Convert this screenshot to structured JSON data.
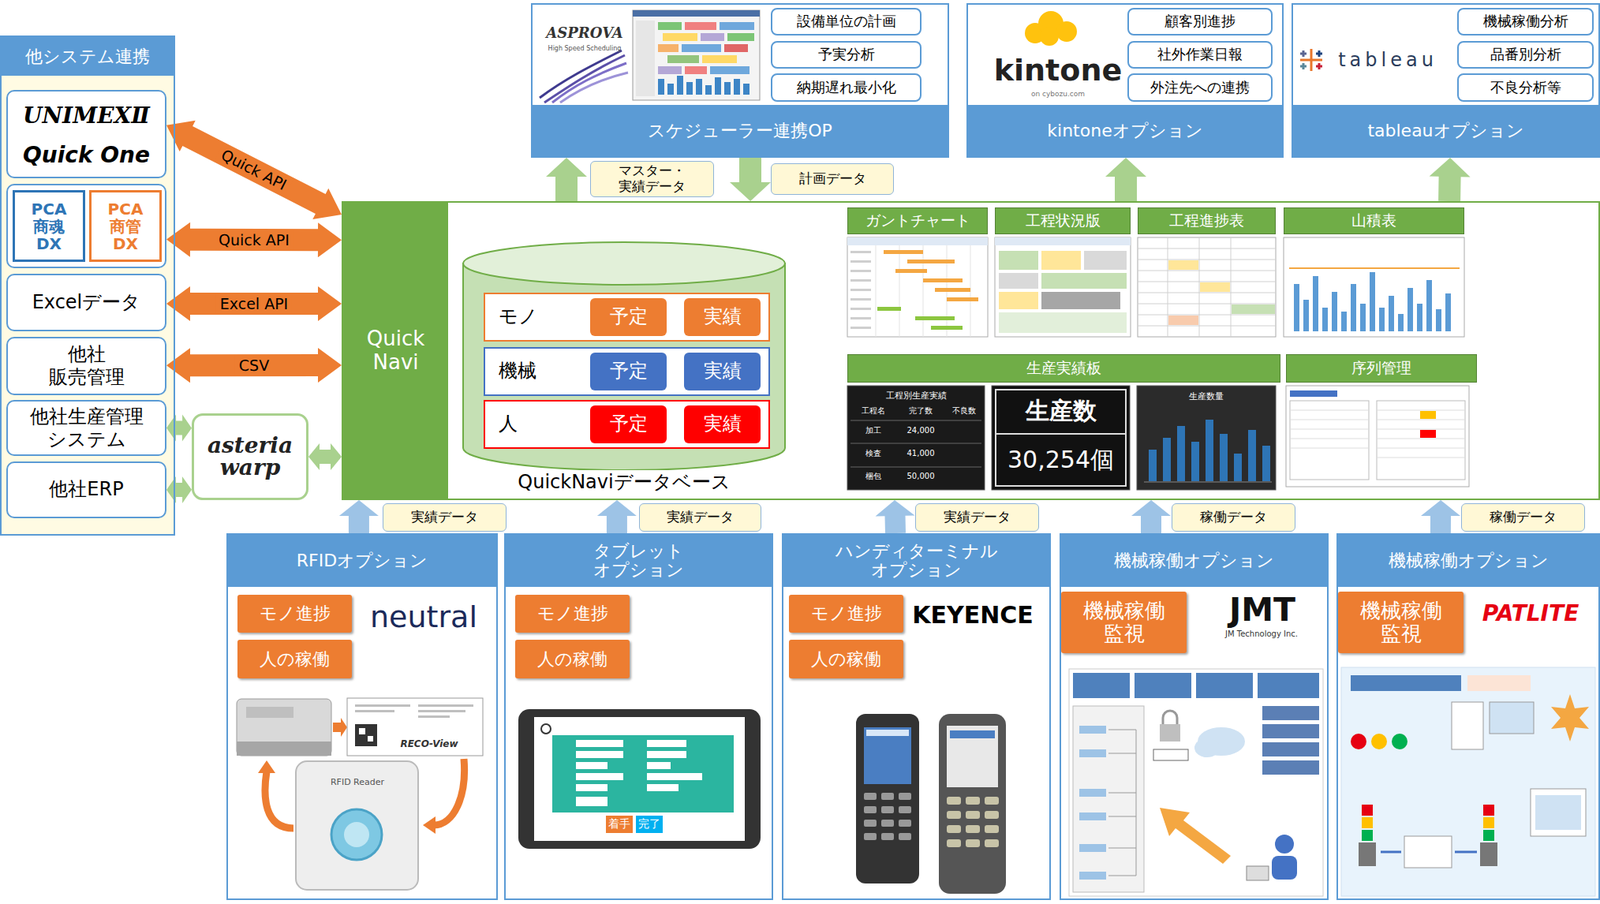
{
  "diagram": {
    "nodes": [
      {
        "text": [
          "他システム連携"
        ]
      },
      {
        "text": [
          "UNIMEXⅡ",
          "Quick One"
        ],
        "in": 0
      },
      {
        "text": [
          "PCA 商魂 DX",
          "PCA 商管 DX"
        ],
        "in": 0
      },
      {
        "text": [
          "Excelデータ"
        ],
        "in": 0
      },
      {
        "text": [
          "他社 販売管理"
        ],
        "in": 0
      },
      {
        "text": [
          "他社生産管理 システム"
        ],
        "in": 0
      },
      {
        "text": [
          "他社ERP"
        ],
        "in": 0
      },
      {
        "text": [
          "asteria warp"
        ]
      },
      {
        "text": [
          "Quick Navi"
        ]
      },
      {
        "text": [
          "QuickNaviデータベース"
        ],
        "in": 8
      },
      {
        "text": [
          "モノ"
        ],
        "in": 9
      },
      {
        "text": [
          "予定"
        ],
        "in": 10
      },
      {
        "text": [
          "実績"
        ],
        "in": 10
      },
      {
        "text": [
          "機械"
        ],
        "in": 9
      },
      {
        "text": [
          "予定"
        ],
        "in": 13
      },
      {
        "text": [
          "実績"
        ],
        "in": 13
      },
      {
        "text": [
          "人"
        ],
        "in": 9
      },
      {
        "text": [
          "予定"
        ],
        "in": 16
      },
      {
        "text": [
          "実績"
        ],
        "in": 16
      },
      {
        "text": [
          "ガントチャート"
        ],
        "in": 8
      },
      {
        "text": [
          "工程状況版"
        ],
        "in": 8
      },
      {
        "text": [
          "工程進捗表"
        ],
        "in": 8
      },
      {
        "text": [
          "山積表"
        ],
        "in": 8
      },
      {
        "text": [
          "生産実績板"
        ],
        "in": 8
      },
      {
        "text": [
          "序列管理"
        ],
        "in": 8
      },
      {
        "text": [
          "工程別生産実績",
          "工程名",
          "完了数",
          "不良数",
          "加工",
          "24,000",
          "検査",
          "41,000",
          "梱包",
          "50,000"
        ],
        "in": 8
      },
      {
        "text": [
          "生産数",
          "30,254個"
        ],
        "in": 8
      },
      {
        "text": [
          "生産数量"
        ],
        "in": 8
      },
      {
        "text": [
          "ASPROVA",
          "High Speed Scheduling",
          "スケジューラー連携OP"
        ]
      },
      {
        "text": [
          "設備単位の計画"
        ],
        "in": 28
      },
      {
        "text": [
          "予実分析"
        ],
        "in": 28
      },
      {
        "text": [
          "納期遅れ最小化"
        ],
        "in": 28
      },
      {
        "text": [
          "kintone",
          "on cybozu.com",
          "kintoneオプション"
        ]
      },
      {
        "text": [
          "顧客別進捗"
        ],
        "in": 32
      },
      {
        "text": [
          "社外作業日報"
        ],
        "in": 32
      },
      {
        "text": [
          "外注先への連携"
        ],
        "in": 32
      },
      {
        "text": [
          "tableau",
          "tableauオプション"
        ]
      },
      {
        "text": [
          "機械稼働分析"
        ],
        "in": 36
      },
      {
        "text": [
          "品番別分析"
        ],
        "in": 36
      },
      {
        "text": [
          "不良分析等"
        ],
        "in": 36
      },
      {
        "text": [
          "RFIDオプション",
          "neutral"
        ]
      },
      {
        "text": [
          "モノ進捗"
        ],
        "in": 40
      },
      {
        "text": [
          "人の稼働"
        ],
        "in": 40
      },
      {
        "text": [
          "タブレット オプション"
        ]
      },
      {
        "text": [
          "モノ進捗"
        ],
        "in": 43
      },
      {
        "text": [
          "人の稼働"
        ],
        "in": 43
      },
      {
        "text": [
          "ハンディターミナル オプション",
          "KEYENCE"
        ]
      },
      {
        "text": [
          "モノ進捗"
        ],
        "in": 46
      },
      {
        "text": [
          "人の稼働"
        ],
        "in": 46
      },
      {
        "text": [
          "機械稼働オプション",
          "JMT",
          "JM Technology Inc."
        ]
      },
      {
        "text": [
          "機械稼働 監視"
        ],
        "in": 49
      },
      {
        "text": [
          "機械稼働オプション",
          "PATLITE"
        ]
      },
      {
        "text": [
          "機械稼働 監視"
        ],
        "in": 51
      }
    ],
    "edges": [
      {
        "from": 1,
        "to": 8,
        "label": "Quick API",
        "arrow": "both"
      },
      {
        "from": 2,
        "to": 8,
        "label": "Quick API",
        "arrow": "both"
      },
      {
        "from": 3,
        "to": 8,
        "label": "Excel API",
        "arrow": "both"
      },
      {
        "from": 4,
        "to": 8,
        "label": "CSV",
        "arrow": "both"
      },
      {
        "from": 5,
        "to": 7,
        "arrow": "both"
      },
      {
        "from": 6,
        "to": 7,
        "arrow": "both"
      },
      {
        "from": 7,
        "to": 8,
        "arrow": "both"
      },
      {
        "from": 8,
        "to": 28,
        "label": "マスター・ 実績データ",
        "arrow": "to"
      },
      {
        "from": 28,
        "to": 8,
        "label": "計画データ",
        "arrow": "to"
      },
      {
        "from": 8,
        "to": 32,
        "arrow": "to"
      },
      {
        "from": 8,
        "to": 36,
        "arrow": "to"
      },
      {
        "from": 40,
        "to": 8,
        "label": "実績データ",
        "arrow": "to"
      },
      {
        "from": 43,
        "to": 8,
        "label": "実績データ",
        "arrow": "to"
      },
      {
        "from": 46,
        "to": 8,
        "label": "実績データ",
        "arrow": "to"
      },
      {
        "from": 49,
        "to": 8,
        "label": "稼働データ",
        "arrow": "to"
      },
      {
        "from": 51,
        "to": 8,
        "label": "稼働データ",
        "arrow": "to"
      }
    ],
    "labels": [
      "RECO-View",
      "RFID Reader",
      "着手",
      "完了"
    ]
  }
}
